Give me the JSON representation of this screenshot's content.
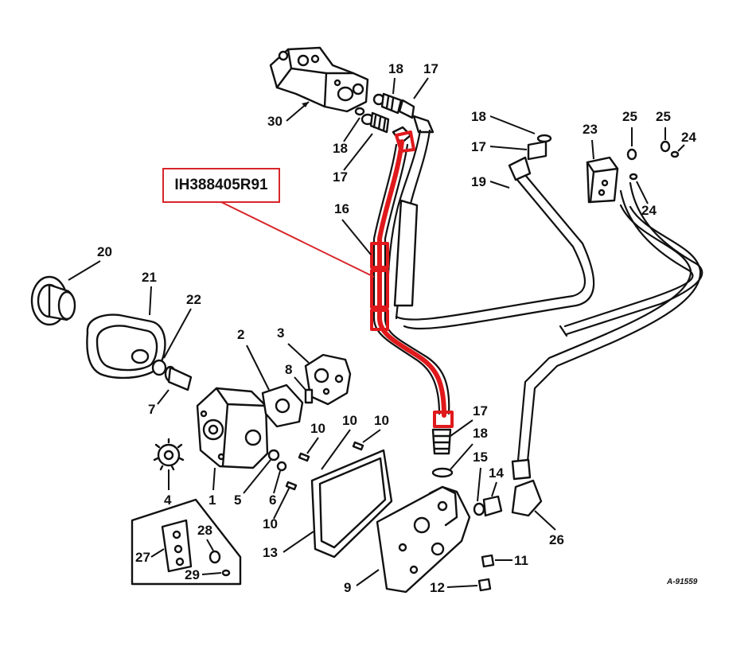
{
  "callout": {
    "part_number": "IH388405R91",
    "highlight_color": "#e0191c",
    "box_color": "#d8262a"
  },
  "drawing_ref": "A-91559",
  "labels": {
    "l30": "30",
    "l18a": "18",
    "l17a": "17",
    "l18b": "18",
    "l17b": "17",
    "l16": "16",
    "l18c": "18",
    "l17c": "17",
    "l19": "19",
    "l23": "23",
    "l25a": "25",
    "l25b": "25",
    "l24a": "24",
    "l24b": "24",
    "l20": "20",
    "l21": "21",
    "l22": "22",
    "l7": "7",
    "l2": "2",
    "l3": "3",
    "l8": "8",
    "l4": "4",
    "l1": "1",
    "l5": "5",
    "l6": "6",
    "l10a": "10",
    "l10b": "10",
    "l10c": "10",
    "l10d": "10",
    "l13": "13",
    "l9": "9",
    "l17d": "17",
    "l18d": "18",
    "l15": "15",
    "l14": "14",
    "l26": "26",
    "l11": "11",
    "l12": "12",
    "l27": "27",
    "l28": "28",
    "l29": "29"
  }
}
